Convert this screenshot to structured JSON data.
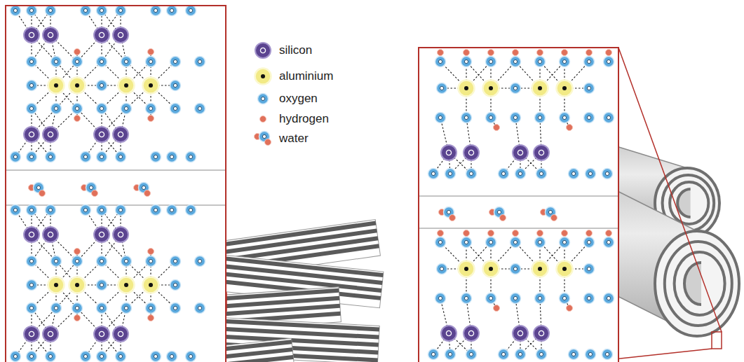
{
  "diagram": {
    "legend": [
      {
        "text": "silicon",
        "color": "#5b4490"
      },
      {
        "text": "aluminium",
        "color": "#f2ea86"
      },
      {
        "text": "oxygen",
        "color": "#5aa9de"
      },
      {
        "text": "hydrogen",
        "color": "#e0705a"
      },
      {
        "text": "water"
      }
    ]
  }
}
